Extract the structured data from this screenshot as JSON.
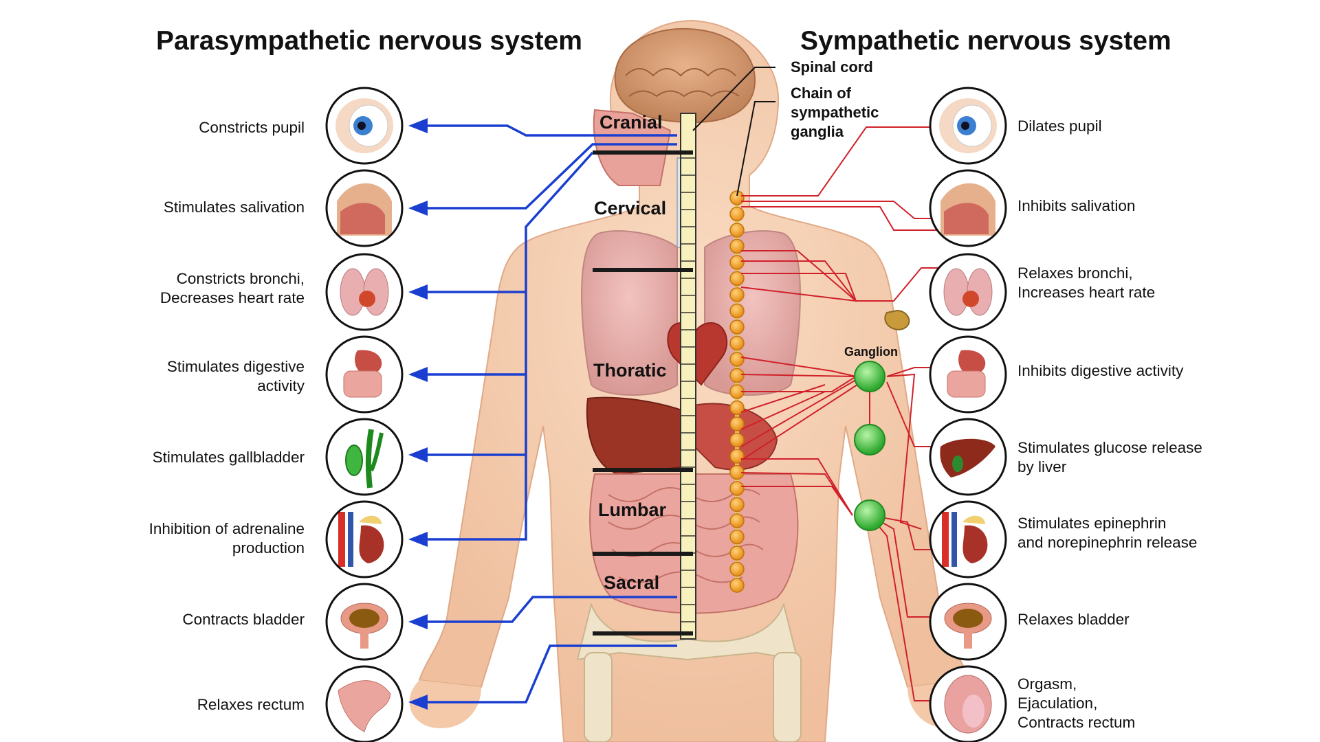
{
  "titles": {
    "parasympathetic": "Parasympathetic nervous system",
    "sympathetic": "Sympathetic nervous system"
  },
  "callouts": {
    "spinal_cord": "Spinal cord",
    "chain": "Chain of sympathetic ganglia",
    "ganglion": "Ganglion"
  },
  "regions": [
    "Cranial",
    "Cervical",
    "Thoratic",
    "Lumbar",
    "Sacral"
  ],
  "parasympathetic_effects": [
    {
      "text": "Constricts pupil",
      "organ": "eye"
    },
    {
      "text": "Stimulates salivation",
      "organ": "mouth"
    },
    {
      "text": "Constricts bronchi,\nDecreases heart rate",
      "organ": "lungs-heart"
    },
    {
      "text": "Stimulates digestive\nactivity",
      "organ": "stomach-intestines"
    },
    {
      "text": "Stimulates gallbladder",
      "organ": "gallbladder"
    },
    {
      "text": "Inhibition of adrenaline\nproduction",
      "organ": "kidney-adrenal"
    },
    {
      "text": "Contracts bladder",
      "organ": "bladder"
    },
    {
      "text": "Relaxes rectum",
      "organ": "rectum"
    }
  ],
  "sympathetic_effects": [
    {
      "text": "Dilates pupil",
      "organ": "eye"
    },
    {
      "text": "Inhibits salivation",
      "organ": "mouth"
    },
    {
      "text": "Relaxes bronchi,\nIncreases heart rate",
      "organ": "lungs-heart"
    },
    {
      "text": "Inhibits digestive activity",
      "organ": "stomach-intestines"
    },
    {
      "text": "Stimulates glucose release\nby liver",
      "organ": "liver"
    },
    {
      "text": "Stimulates epinephrin\nand norepinephrin release",
      "organ": "kidney-adrenal"
    },
    {
      "text": "Relaxes bladder",
      "organ": "bladder"
    },
    {
      "text": "Orgasm,\nEjaculation,\nContracts rectum",
      "organ": "reproductive"
    }
  ],
  "colors": {
    "parasympathetic_line": "#1a3fd0",
    "sympathetic_line": "#d0202a",
    "ganglion": "#36c236",
    "chain": "#f5a623",
    "skin": "#f6d3b6"
  }
}
